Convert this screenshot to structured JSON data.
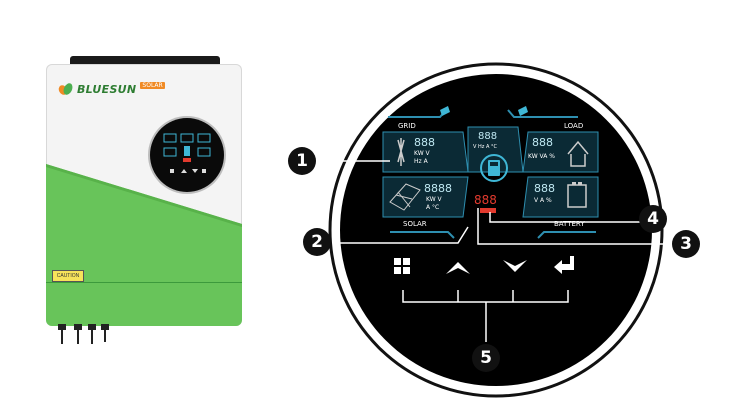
{
  "inverter": {
    "brand": "BLUESUN",
    "brand_sub": "SOLAR",
    "warning_label": "CAUTION"
  },
  "display": {
    "grid_label": "GRID",
    "load_label": "LOAD",
    "solar_label": "SOLAR",
    "battery_label": "BATTERY",
    "grid_units": "KW  V",
    "grid_units2": "Hz  A",
    "center_units": "V  Hz  A  °C",
    "load_units": "KW  VA  %",
    "solar_units": "KW  V",
    "solar_units2": "A  °C",
    "battery_units": "V  A  %",
    "seg_text": "888",
    "seg_text4": "8888"
  },
  "callouts": [
    "1",
    "2",
    "3",
    "4",
    "5"
  ],
  "buttons": [
    {
      "icon": "grid-menu-icon"
    },
    {
      "icon": "arrow-up-icon"
    },
    {
      "icon": "arrow-down-icon"
    },
    {
      "icon": "enter-icon"
    }
  ],
  "colors": {
    "accent_green": "#5bd05b",
    "lcd_cyan": "#3fb7d6",
    "lcd_red": "#e23a2e",
    "display_bg": "#000000"
  }
}
